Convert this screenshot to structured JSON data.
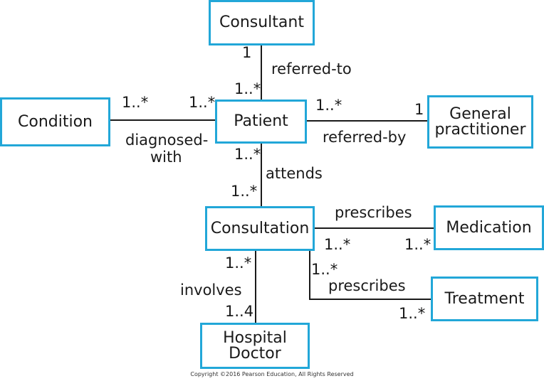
{
  "entities": {
    "consultant": "Consultant",
    "condition": "Condition",
    "patient": "Patient",
    "gp_line1": "General",
    "gp_line2": "practitioner",
    "consultation": "Consultation",
    "medication": "Medication",
    "treatment": "Treatment",
    "hd_line1": "Hospital",
    "hd_line2": "Doctor"
  },
  "associations": {
    "referred_to": "referred-to",
    "diagnosed_with_line1": "diagnosed-",
    "diagnosed_with_line2": "with",
    "referred_by": "referred-by",
    "attends": "attends",
    "prescribes_medication": "prescribes",
    "prescribes_treatment": "prescribes",
    "involves": "involves"
  },
  "multiplicities": {
    "consultant_end": "1",
    "patient_end_consultant": "1..*",
    "condition_end": "1..*",
    "patient_end_condition": "1..*",
    "patient_end_gp": "1..*",
    "gp_end": "1",
    "patient_end_consultation": "1..*",
    "consultation_end_patient": "1..*",
    "consultation_end_medication": "1..*",
    "medication_end": "1..*",
    "consultation_end_treatment": "1..*",
    "treatment_end": "1..*",
    "consultation_end_doctor": "1..*",
    "doctor_end": "1..4"
  },
  "footer": {
    "copyright": "Copyright ©2016 Pearson Education, All Rights Reserved"
  }
}
